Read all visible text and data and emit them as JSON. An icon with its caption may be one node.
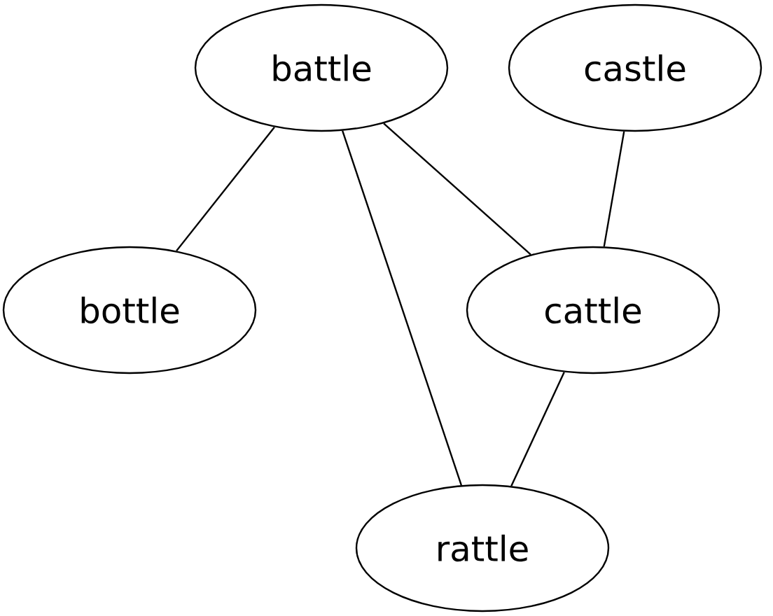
{
  "diagram": {
    "nodes": [
      {
        "text": [
          "battle"
        ]
      },
      {
        "text": [
          "castle"
        ]
      },
      {
        "text": [
          "bottle"
        ]
      },
      {
        "text": [
          "cattle"
        ]
      },
      {
        "text": [
          "rattle"
        ]
      }
    ],
    "edges": [
      {
        "from": 0,
        "to": 2,
        "arrow": "none"
      },
      {
        "from": 0,
        "to": 4,
        "arrow": "none"
      },
      {
        "from": 0,
        "to": 3,
        "arrow": "none"
      },
      {
        "from": 1,
        "to": 3,
        "arrow": "none"
      },
      {
        "from": 3,
        "to": 4,
        "arrow": "none"
      }
    ]
  }
}
